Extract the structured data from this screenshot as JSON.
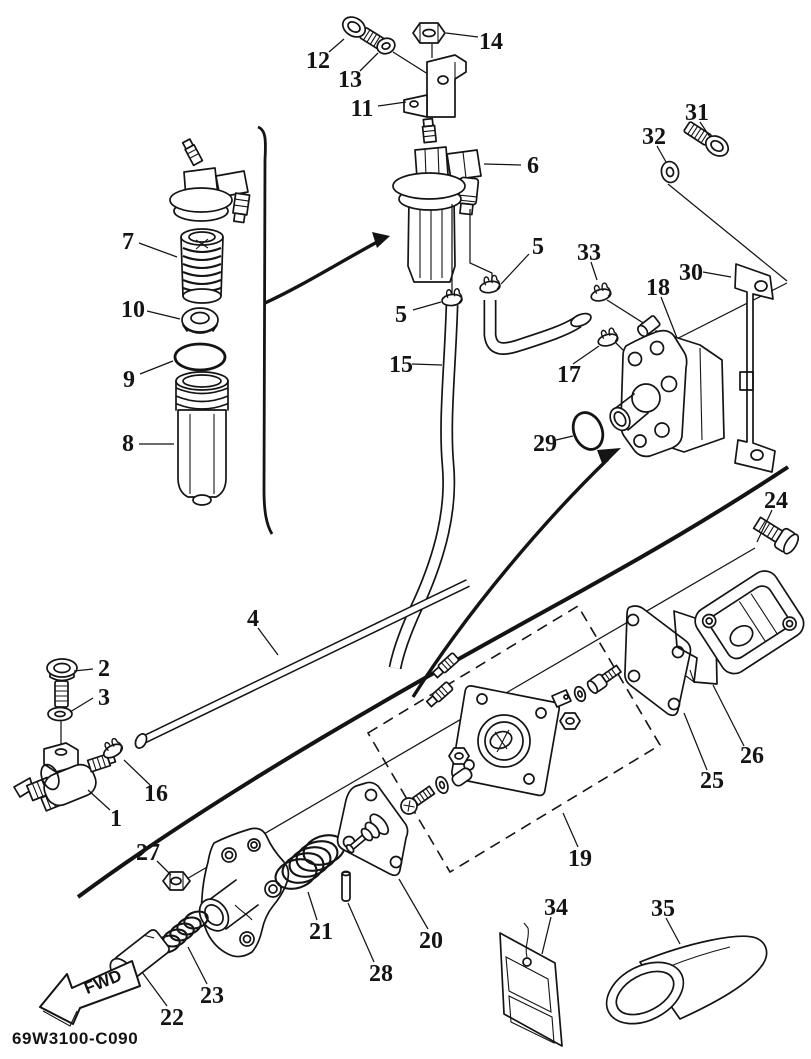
{
  "labels": {
    "part_code": "69W3100-C090",
    "fwd": "FWD"
  },
  "callouts": {
    "c1": "1",
    "c2": "2",
    "c3": "3",
    "c4": "4",
    "c5": "5",
    "c5b": "5",
    "c6": "6",
    "c7": "7",
    "c8": "8",
    "c9": "9",
    "c10": "10",
    "c11": "11",
    "c12": "12",
    "c13": "13",
    "c14": "14",
    "c15": "15",
    "c16": "16",
    "c17": "17",
    "c18": "18",
    "c19": "19",
    "c20": "20",
    "c21": "21",
    "c22": "22",
    "c23": "23",
    "c24": "24",
    "c25": "25",
    "c26": "26",
    "c27": "27",
    "c28": "28",
    "c29": "29",
    "c30": "30",
    "c31": "31",
    "c32": "32",
    "c33": "33",
    "c34": "34",
    "c35": "35"
  }
}
